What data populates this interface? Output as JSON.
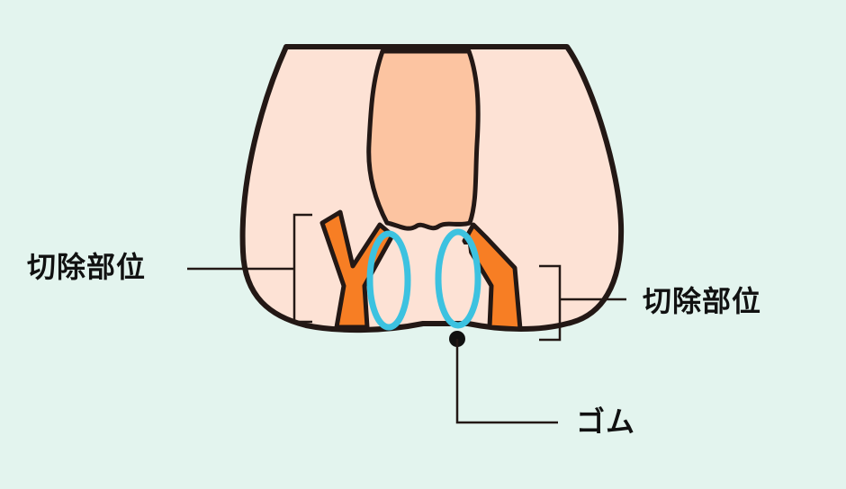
{
  "labels": {
    "cut_site_left": "切除部位",
    "cut_site_right": "切除部位",
    "rubber_band": "ゴム"
  },
  "colors": {
    "background": "#e3f4ee",
    "skin_outer": "#fde2d5",
    "skin_inner": "#fcc4a1",
    "cut_site": "#f77e24",
    "rubber_band": "#3cc2e0",
    "outline": "#231815"
  }
}
